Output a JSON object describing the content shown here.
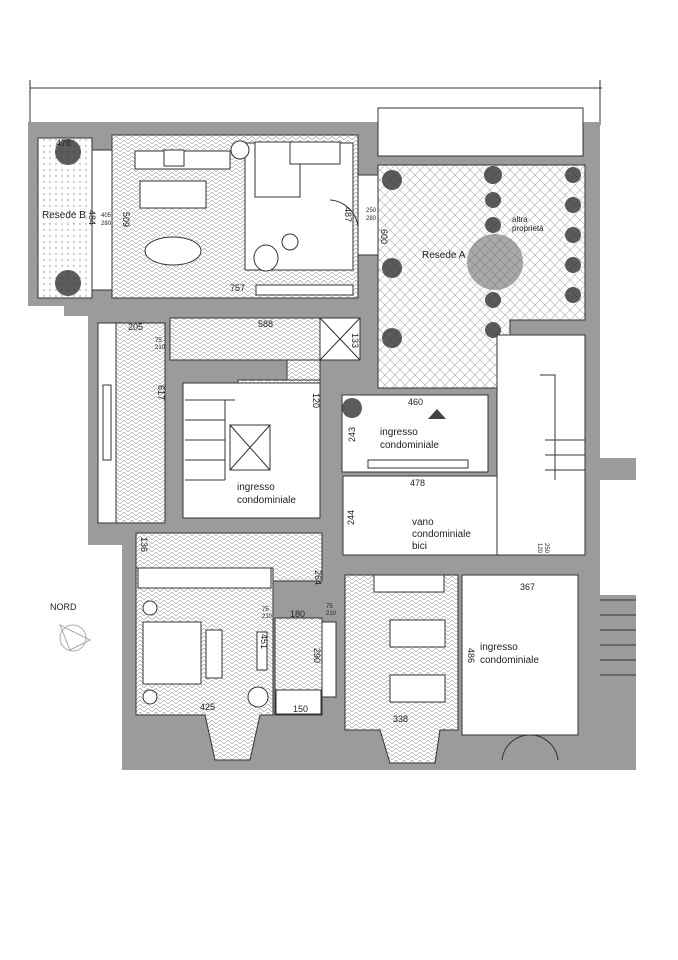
{
  "colors": {
    "wall": "#9b9b9b",
    "room": "#ffffff",
    "line": "#333333"
  },
  "rooms": {
    "resede_b": "Resede B",
    "resede_a": "Resede A",
    "altra_1": "altra",
    "altra_2": "proprietà",
    "ingresso_1a": "ingresso",
    "ingresso_1b": "condominiale",
    "ingresso_2a": "ingresso",
    "ingresso_2b": "condominiale",
    "ingresso_3a": "ingresso",
    "ingresso_3b": "condominiale",
    "bici_1": "vano",
    "bici_2": "condominiale",
    "bici_3": "bici"
  },
  "dims": {
    "d478a": "478",
    "d484": "484",
    "d405": "405",
    "d280a": "280",
    "d509": "509",
    "d757": "757",
    "d487": "487",
    "d250a": "250",
    "d280b": "280",
    "d600": "600",
    "d205": "205",
    "d75a": "75",
    "d210a": "210",
    "d588": "588",
    "d133": "133",
    "d617": "617",
    "d120a": "120",
    "d460": "460",
    "d243": "243",
    "d478b": "478",
    "d244": "244",
    "d136": "136",
    "d264": "264",
    "d180": "180",
    "d75b": "75",
    "d210b": "210",
    "d75c": "75",
    "d210c": "210",
    "d451": "451",
    "d290": "290",
    "d150": "150",
    "d425": "425",
    "d338": "338",
    "d367": "367",
    "d486": "486",
    "d120b": "120",
    "d250b": "250"
  },
  "compass": {
    "label": "NORD"
  }
}
